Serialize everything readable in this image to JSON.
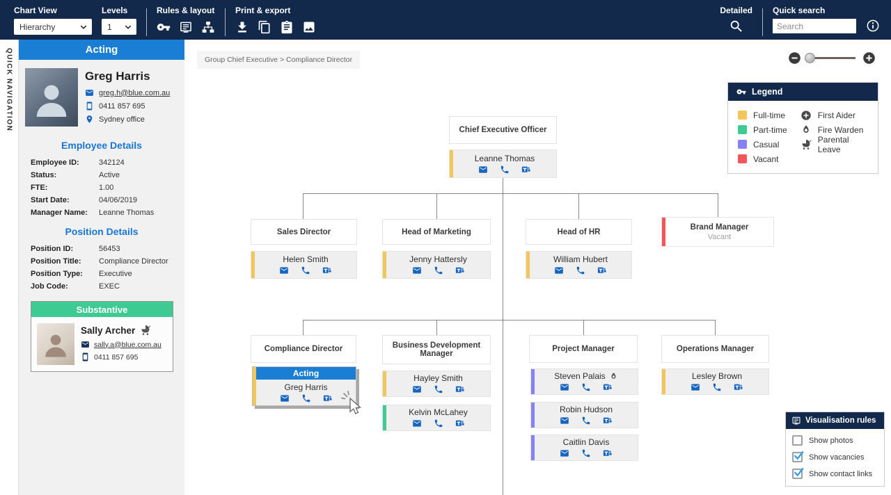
{
  "toolbar": {
    "chart_view": {
      "label": "Chart View",
      "value": "Hierarchy"
    },
    "levels": {
      "label": "Levels",
      "value": "1"
    },
    "rules_layout": {
      "label": "Rules & layout",
      "icons": [
        "key-icon",
        "report-icon",
        "sitemap-icon"
      ]
    },
    "print_export": {
      "label": "Print & export",
      "icons": [
        "download-icon",
        "export-icon",
        "clipboard-icon",
        "image-icon"
      ]
    },
    "detailed": {
      "label": "Detailed",
      "icon": "search-icon"
    },
    "quick_search": {
      "label": "Quick search",
      "placeholder": "Search"
    }
  },
  "quick_navigation_label": "QUICK NAVIGATION",
  "sidebar": {
    "acting_header": "Acting",
    "profile": {
      "name": "Greg Harris",
      "email": "greg.h@blue.com.au",
      "phone": "0411 857 695",
      "location": "Sydney office"
    },
    "employee_details": {
      "title": "Employee Details",
      "rows": [
        {
          "label": "Employee ID:",
          "value": "342124"
        },
        {
          "label": "Status:",
          "value": "Active"
        },
        {
          "label": "FTE:",
          "value": "1.00"
        },
        {
          "label": "Start Date:",
          "value": "04/06/2019"
        },
        {
          "label": "Manager Name:",
          "value": "Leanne Thomas"
        }
      ]
    },
    "position_details": {
      "title": "Position Details",
      "rows": [
        {
          "label": "Position ID:",
          "value": "56453"
        },
        {
          "label": "Position Title:",
          "value": "Compliance Director"
        },
        {
          "label": "Position Type:",
          "value": "Executive"
        },
        {
          "label": "Job Code:",
          "value": "EXEC"
        }
      ]
    },
    "substantive": {
      "header": "Substantive",
      "name": "Sally Archer",
      "badge": "parental-leave-icon",
      "email": "sally.a@blue.com.au",
      "phone": "0411 857 695"
    }
  },
  "chart": {
    "breadcrumb": "Group Chief Executive > Compliance Director",
    "legend": {
      "title": "Legend",
      "types": [
        {
          "label": "Full-time",
          "color": "#f2c659"
        },
        {
          "label": "Part-time",
          "color": "#3ecb93"
        },
        {
          "label": "Casual",
          "color": "#8781f7"
        },
        {
          "label": "Vacant",
          "color": "#f0565c"
        }
      ],
      "badges": [
        {
          "label": "First Aider",
          "icon": "first-aider-icon"
        },
        {
          "label": "Fire Warden",
          "icon": "fire-warden-icon"
        },
        {
          "label": "Parental Leave",
          "icon": "parental-leave-icon"
        }
      ]
    },
    "org": {
      "root": {
        "title": "Chief Executive Officer",
        "person": {
          "name": "Leanne Thomas",
          "color": "#f2c659"
        }
      },
      "level2": [
        {
          "title": "Sales Director",
          "person": {
            "name": "Helen Smith",
            "color": "#f2c659"
          }
        },
        {
          "title": "Head of Marketing",
          "person": {
            "name": "Jenny Hattersly",
            "color": "#f2c659"
          }
        },
        {
          "title": "Head of HR",
          "person": {
            "name": "William Hubert",
            "color": "#f2c659"
          }
        },
        {
          "title": "Brand Manager",
          "status": "Vacant",
          "color": "#f0565c"
        }
      ],
      "level3": [
        {
          "title": "Compliance Director",
          "acting": {
            "header": "Acting",
            "name": "Greg Harris",
            "color": "#f2c659"
          }
        },
        {
          "title": "Business Development Manager",
          "people": [
            {
              "name": "Hayley Smith",
              "color": "#f2c659"
            },
            {
              "name": "Kelvin McLahey",
              "color": "#3ecb93"
            }
          ]
        },
        {
          "title": "Project Manager",
          "people": [
            {
              "name": "Steven Palais",
              "color": "#8781f7",
              "badge": "fire-warden-icon"
            },
            {
              "name": "Robin Hudson",
              "color": "#8781f7"
            },
            {
              "name": "Caitlin Davis",
              "color": "#8781f7"
            }
          ]
        },
        {
          "title": "Operations Manager",
          "people": [
            {
              "name": "Lesley Brown",
              "color": "#f2c659"
            }
          ]
        }
      ]
    }
  },
  "visualisation_rules": {
    "title": "Visualisation rules",
    "options": [
      {
        "label": "Show photos",
        "checked": false
      },
      {
        "label": "Show vacancies",
        "checked": true
      },
      {
        "label": "Show contact links",
        "checked": true
      }
    ]
  },
  "colors": {
    "topbar_navy": "#13294b",
    "accent_blue": "#1a7fd4",
    "link_blue": "#1565c0",
    "substantive_green": "#3ecb93"
  }
}
